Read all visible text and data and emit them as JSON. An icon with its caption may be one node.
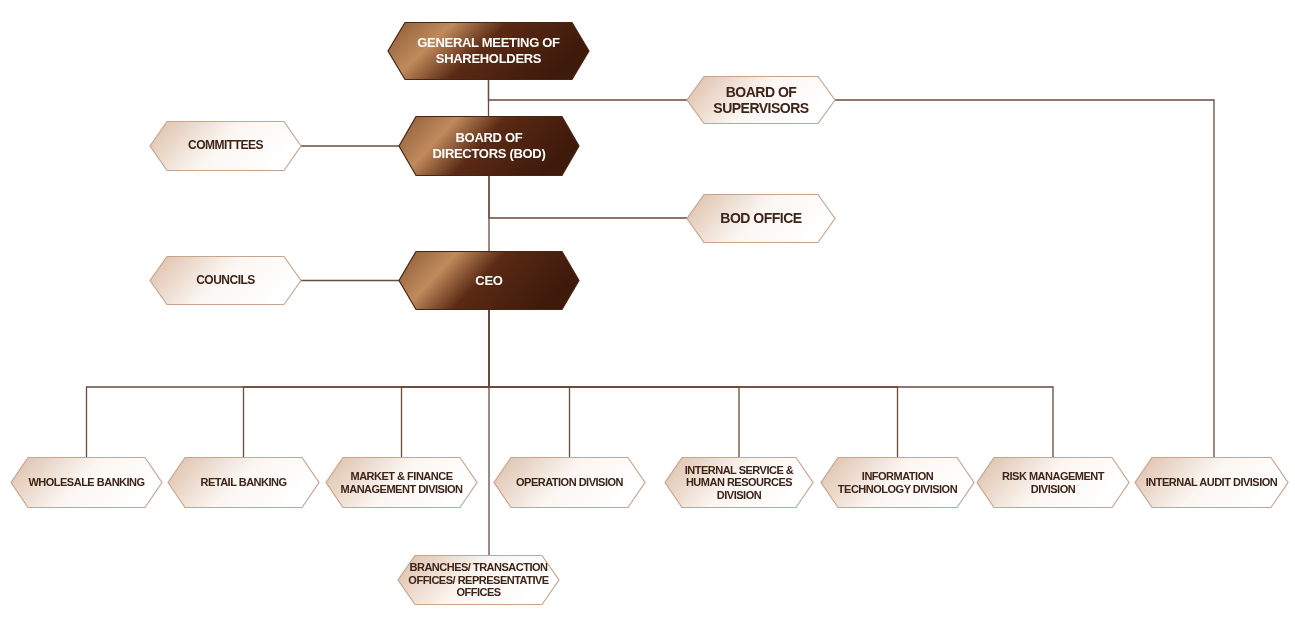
{
  "diagram": {
    "nodes": [
      {
        "text": [
          "GENERAL MEETING OF SHAREHOLDERS"
        ]
      },
      {
        "text": [
          "BOARD OF SUPERVISORS"
        ]
      },
      {
        "text": [
          "BOARD OF DIRECTORS (BOD)"
        ]
      },
      {
        "text": [
          "COMMITTEES"
        ]
      },
      {
        "text": [
          "BOD OFFICE"
        ]
      },
      {
        "text": [
          "CEO"
        ]
      },
      {
        "text": [
          "COUNCILS"
        ]
      },
      {
        "text": [
          "WHOLESALE BANKING"
        ]
      },
      {
        "text": [
          "RETAIL BANKING"
        ]
      },
      {
        "text": [
          "MARKET & FINANCE MANAGEMENT DIVISION"
        ]
      },
      {
        "text": [
          "OPERATION DIVISION"
        ]
      },
      {
        "text": [
          "INTERNAL SERVICE & HUMAN RESOURCES DIVISION"
        ]
      },
      {
        "text": [
          "INFORMATION TECHNOLOGY DIVISION"
        ]
      },
      {
        "text": [
          "RISK MANAGEMENT DIVISION"
        ]
      },
      {
        "text": [
          "INTERNAL AUDIT DIVISION"
        ]
      },
      {
        "text": [
          "BRANCHES/ TRANSACTION OFFICES/ REPRESENTATIVE OFFICES"
        ]
      }
    ],
    "edges": [
      {
        "from": 0,
        "to": 2,
        "arrow": "none"
      },
      {
        "from": 0,
        "to": 1,
        "arrow": "none"
      },
      {
        "from": 1,
        "to": 14,
        "arrow": "none"
      },
      {
        "from": 3,
        "to": 2,
        "arrow": "none"
      },
      {
        "from": 2,
        "to": 4,
        "arrow": "none"
      },
      {
        "from": 2,
        "to": 5,
        "arrow": "none"
      },
      {
        "from": 6,
        "to": 5,
        "arrow": "none"
      },
      {
        "from": 5,
        "to": 7,
        "arrow": "none"
      },
      {
        "from": 5,
        "to": 8,
        "arrow": "none"
      },
      {
        "from": 5,
        "to": 9,
        "arrow": "none"
      },
      {
        "from": 5,
        "to": 10,
        "arrow": "none"
      },
      {
        "from": 5,
        "to": 11,
        "arrow": "none"
      },
      {
        "from": 5,
        "to": 12,
        "arrow": "none"
      },
      {
        "from": 5,
        "to": 13,
        "arrow": "none"
      },
      {
        "from": 5,
        "to": 15,
        "arrow": "none"
      }
    ]
  }
}
